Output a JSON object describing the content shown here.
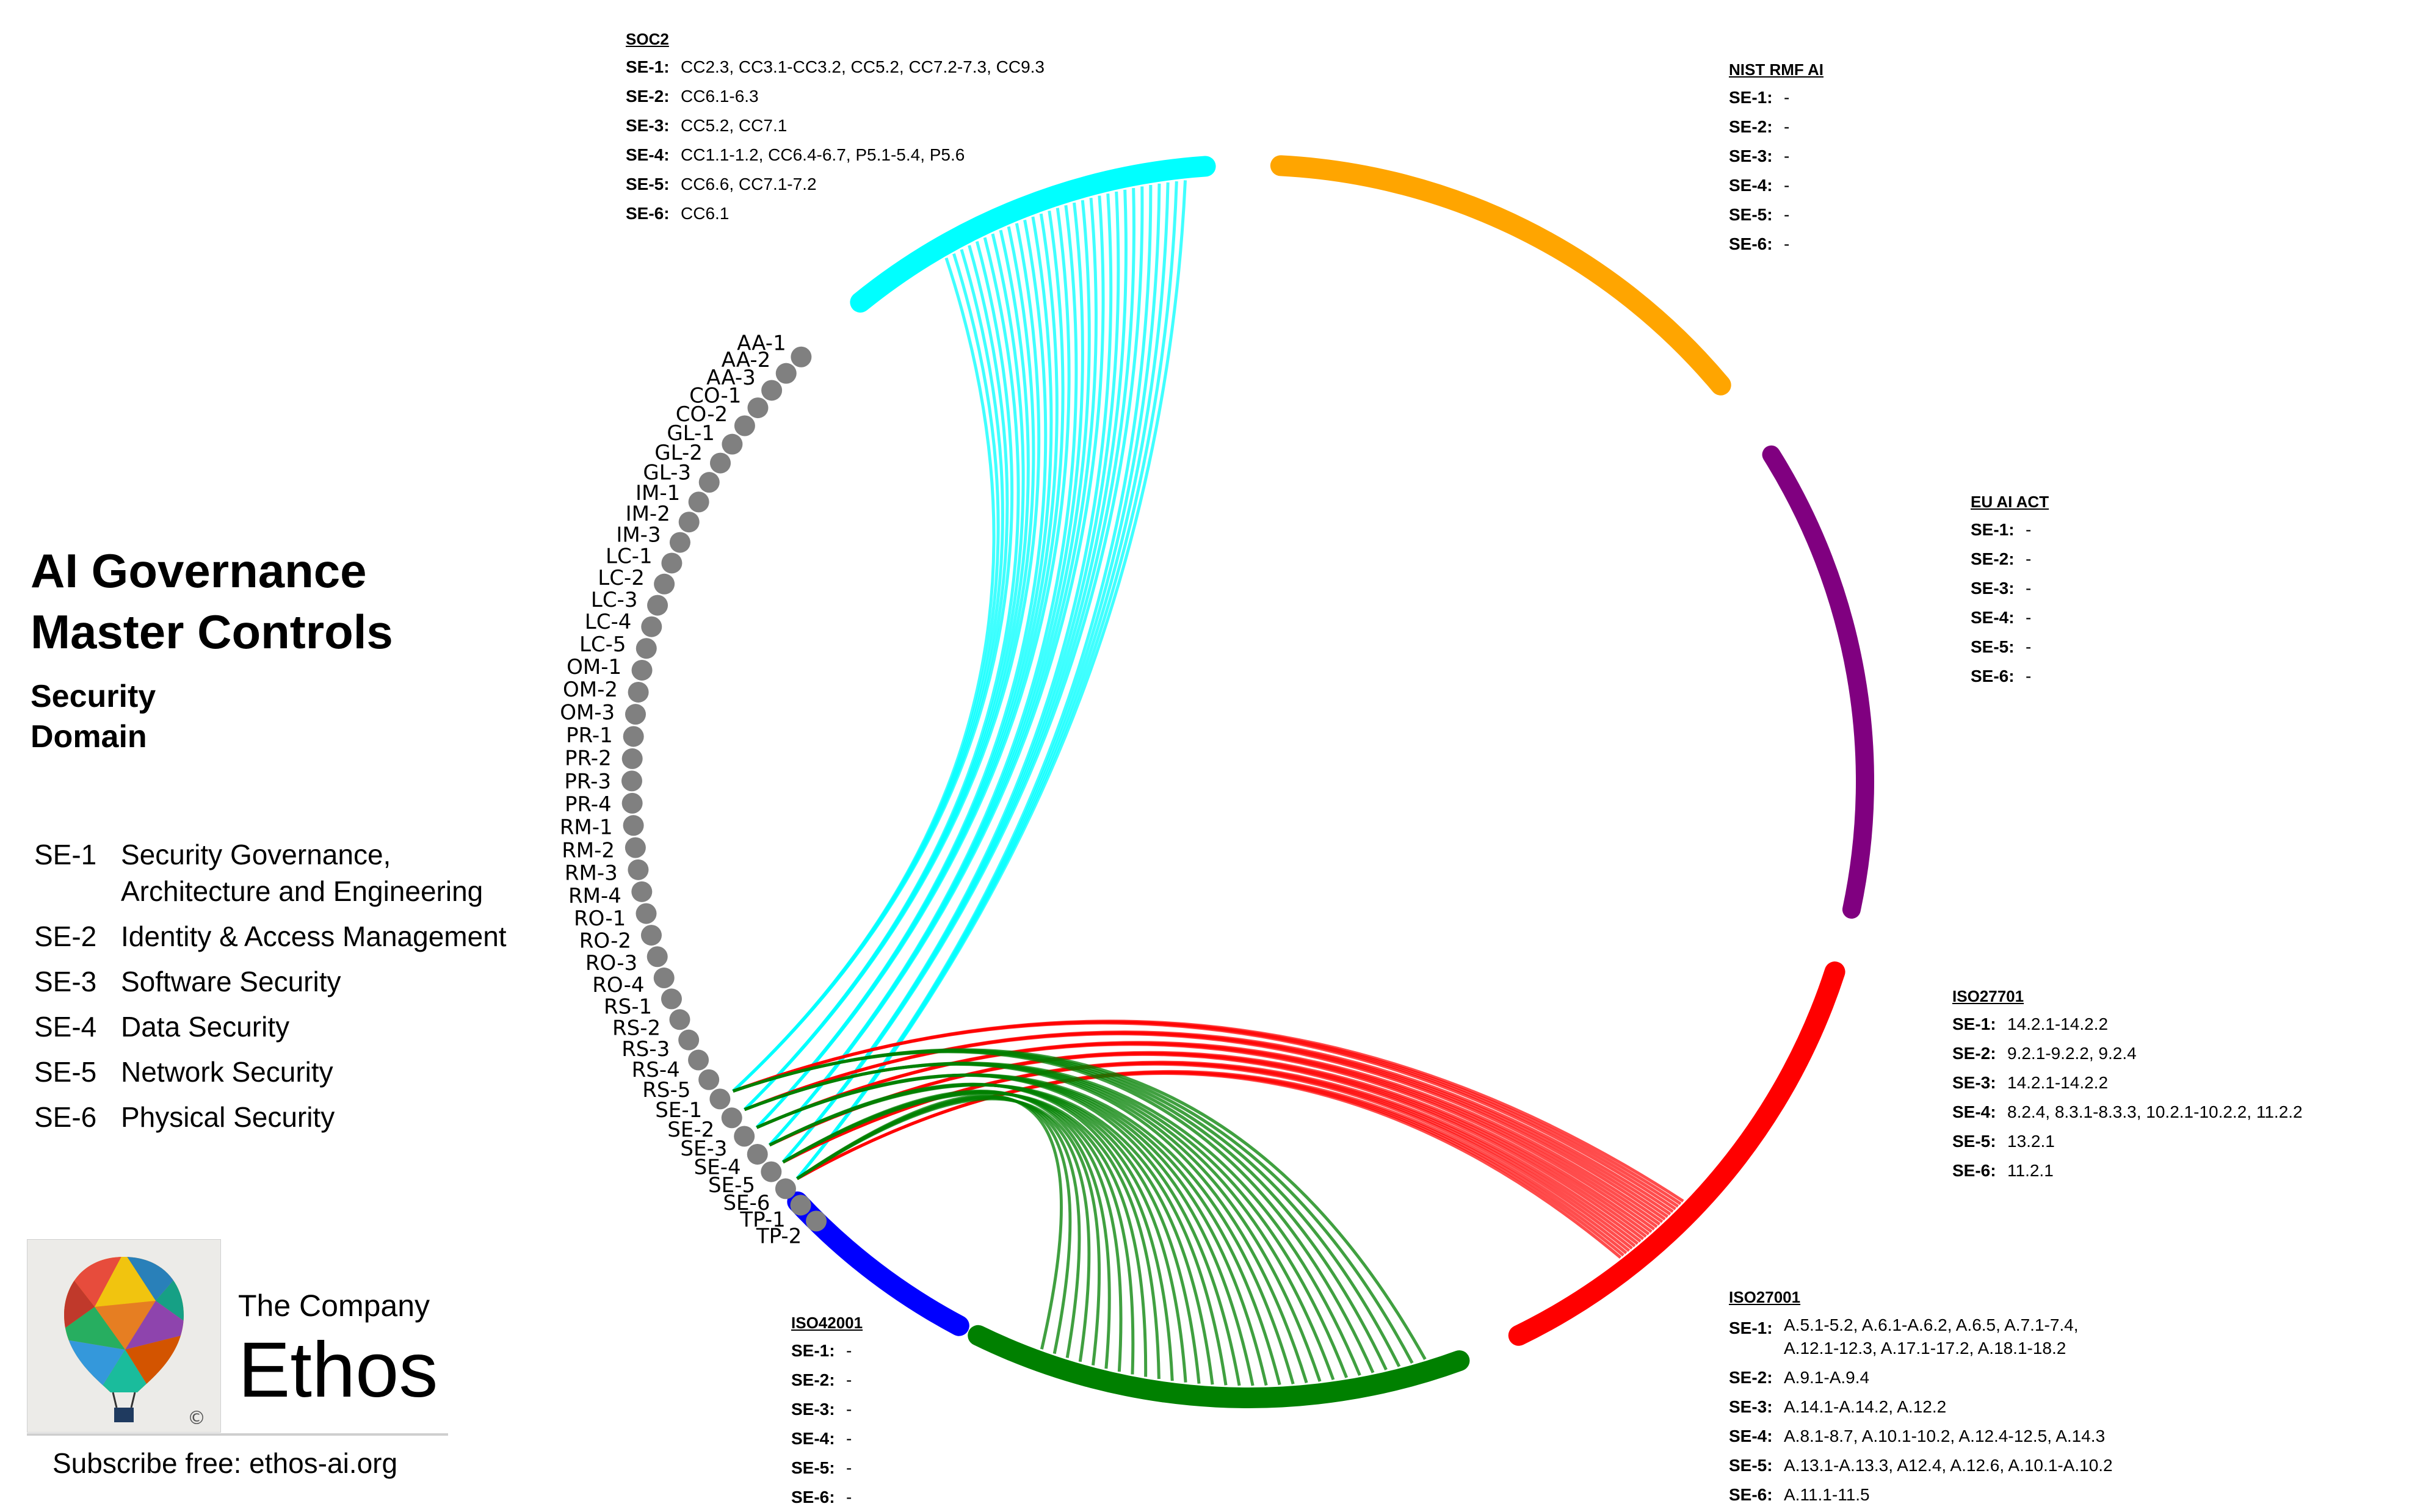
{
  "title_lines": [
    "AI Governance",
    "Master Controls"
  ],
  "subtitle_lines": [
    "Security",
    "Domain"
  ],
  "legend": [
    {
      "code": "SE-1",
      "desc": "Security Governance,\nArchitecture and Engineering"
    },
    {
      "code": "SE-2",
      "desc": "Identity & Access Management"
    },
    {
      "code": "SE-3",
      "desc": "Software Security"
    },
    {
      "code": "SE-4",
      "desc": "Data Security"
    },
    {
      "code": "SE-5",
      "desc": "Network Security"
    },
    {
      "code": "SE-6",
      "desc": "Physical Security"
    }
  ],
  "controls": [
    "AA-1",
    "AA-2",
    "AA-3",
    "CO-1",
    "CO-2",
    "GL-1",
    "GL-2",
    "GL-3",
    "IM-1",
    "IM-2",
    "IM-3",
    "LC-1",
    "LC-2",
    "LC-3",
    "LC-4",
    "LC-5",
    "OM-1",
    "OM-2",
    "OM-3",
    "PR-1",
    "PR-2",
    "PR-3",
    "PR-4",
    "RM-1",
    "RM-2",
    "RM-3",
    "RM-4",
    "RO-1",
    "RO-2",
    "RO-3",
    "RO-4",
    "RS-1",
    "RS-2",
    "RS-3",
    "RS-4",
    "RS-5",
    "SE-1",
    "SE-2",
    "SE-3",
    "SE-4",
    "SE-5",
    "SE-6",
    "TP-1",
    "TP-2"
  ],
  "frameworks": {
    "soc2": {
      "title": "SOC2",
      "color": "#00ffff",
      "rows": [
        {
          "code": "SE-1:",
          "value": "CC2.3, CC3.1-CC3.2, CC5.2, CC7.2-7.3, CC9.3"
        },
        {
          "code": "SE-2:",
          "value": "CC6.1-6.3"
        },
        {
          "code": "SE-3:",
          "value": "CC5.2, CC7.1"
        },
        {
          "code": "SE-4:",
          "value": "CC1.1-1.2, CC6.4-6.7, P5.1-5.4, P5.6"
        },
        {
          "code": "SE-5:",
          "value": "CC6.6, CC7.1-7.2"
        },
        {
          "code": "SE-6:",
          "value": "CC6.1"
        }
      ]
    },
    "nist": {
      "title": "NIST RMF AI",
      "color": "#ffa500",
      "rows": [
        {
          "code": "SE-1:",
          "value": "-"
        },
        {
          "code": "SE-2:",
          "value": "-"
        },
        {
          "code": "SE-3:",
          "value": "-"
        },
        {
          "code": "SE-4:",
          "value": "-"
        },
        {
          "code": "SE-5:",
          "value": "-"
        },
        {
          "code": "SE-6:",
          "value": "-"
        }
      ]
    },
    "euai": {
      "title": "EU AI ACT",
      "color": "#800080",
      "rows": [
        {
          "code": "SE-1:",
          "value": "-"
        },
        {
          "code": "SE-2:",
          "value": "-"
        },
        {
          "code": "SE-3:",
          "value": "-"
        },
        {
          "code": "SE-4:",
          "value": "-"
        },
        {
          "code": "SE-5:",
          "value": "-"
        },
        {
          "code": "SE-6:",
          "value": "-"
        }
      ]
    },
    "iso27701": {
      "title": "ISO27701",
      "color": "#ff0000",
      "rows": [
        {
          "code": "SE-1:",
          "value": "14.2.1-14.2.2"
        },
        {
          "code": "SE-2:",
          "value": "9.2.1-9.2.2, 9.2.4"
        },
        {
          "code": "SE-3:",
          "value": "14.2.1-14.2.2"
        },
        {
          "code": "SE-4:",
          "value": "8.2.4,  8.3.1-8.3.3,  10.2.1-10.2.2,  11.2.2"
        },
        {
          "code": "SE-5:",
          "value": "13.2.1"
        },
        {
          "code": "SE-6:",
          "value": "11.2.1"
        }
      ]
    },
    "iso27001": {
      "title": "ISO27001",
      "color": "#008000",
      "rows": [
        {
          "code": "SE-1:",
          "value": "A.5.1-5.2, A.6.1-A.6.2, A.6.5, A.7.1-7.4,\nA.12.1-12.3, A.17.1-17.2, A.18.1-18.2"
        },
        {
          "code": "SE-2:",
          "value": "A.9.1-A.9.4"
        },
        {
          "code": "SE-3:",
          "value": "A.14.1-A.14.2,  A.12.2"
        },
        {
          "code": "SE-4:",
          "value": "A.8.1-8.7,  A.10.1-10.2, A.12.4-12.5, A.14.3"
        },
        {
          "code": "SE-5:",
          "value": "A.13.1-A.13.3,  A12.4,  A.12.6,  A.10.1-A.10.2"
        },
        {
          "code": "SE-6:",
          "value": "A.11.1-11.5"
        }
      ]
    },
    "iso42001": {
      "title": "ISO42001",
      "color": "#0000ff",
      "rows": [
        {
          "code": "SE-1:",
          "value": "-"
        },
        {
          "code": "SE-2:",
          "value": "-"
        },
        {
          "code": "SE-3:",
          "value": "-"
        },
        {
          "code": "SE-4:",
          "value": "-"
        },
        {
          "code": "SE-5:",
          "value": "-"
        },
        {
          "code": "SE-6:",
          "value": "-"
        }
      ]
    }
  },
  "company": {
    "top_line": "The Company",
    "name": "Ethos",
    "copyright": "©",
    "subscribe": "Subscribe free: ethos-ai.org"
  },
  "colors": {
    "node": "#808080",
    "soc2": "#00ffff",
    "nist": "#ffa500",
    "euai": "#800080",
    "iso27701": "#ff0000",
    "iso27001": "#008000",
    "iso42001": "#0000ff"
  }
}
